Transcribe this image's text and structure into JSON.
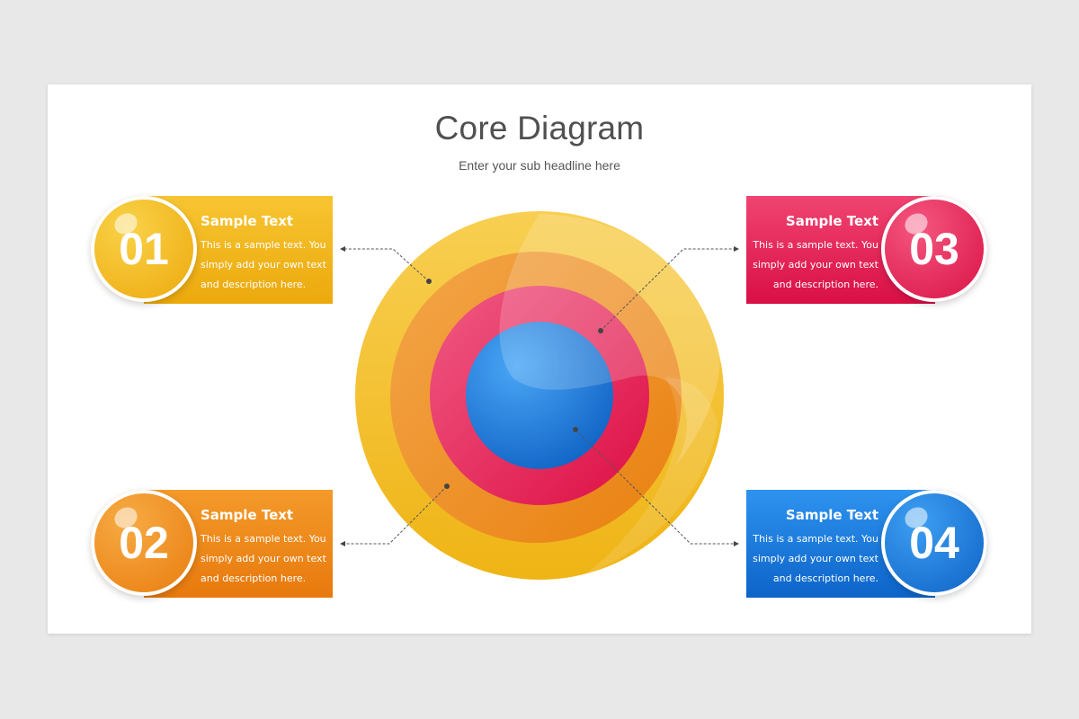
{
  "title": "Core Diagram",
  "subtitle": "Enter your sub headline here",
  "items": [
    {
      "number": "01",
      "heading": "Sample Text",
      "lines": [
        "This is a sample text. You",
        "simply add your own text",
        "and description here."
      ],
      "color": "#f2b320"
    },
    {
      "number": "02",
      "heading": "Sample Text",
      "lines": [
        "This is a sample text. You",
        "simply add your own text",
        "and description here."
      ],
      "color": "#ef8c1f"
    },
    {
      "number": "03",
      "heading": "Sample Text",
      "lines": [
        "This is a sample text. You",
        "simply add your own text",
        "and description here."
      ],
      "color": "#e8275a"
    },
    {
      "number": "04",
      "heading": "Sample Text",
      "lines": [
        "This is a sample text. You",
        "simply add your own text",
        "and description here."
      ],
      "color": "#1b7ddb"
    }
  ],
  "rings": {
    "outer": "#f5c230",
    "middle": "#ef9126",
    "inner": "#e72d5d",
    "core": "#2a86e6"
  }
}
